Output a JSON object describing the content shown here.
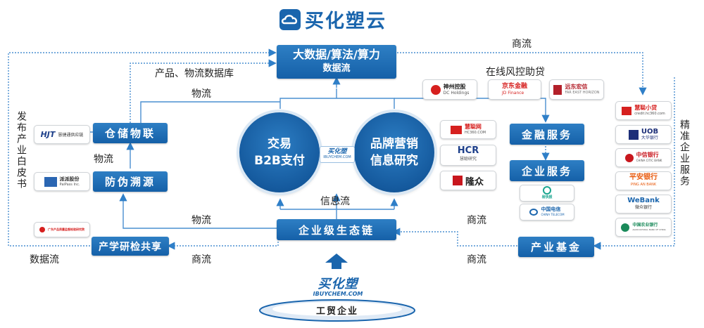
{
  "header": {
    "brand": "买化塑云"
  },
  "center": {
    "top_box": {
      "line1": "大数据/算法/算力",
      "line2": "数据流"
    },
    "circle_left": {
      "line1": "交易",
      "line2": "B2B支付"
    },
    "circle_right": {
      "line1": "品牌营销",
      "line2": "信息研究"
    },
    "badge": {
      "line1": "买化塑",
      "line2": "IBUYCHEM.COM"
    },
    "eco_box": "企业级生态链",
    "info_flow": "信息流"
  },
  "left": {
    "warehouse": "仓储物联",
    "anticounterfeit": "防伪溯源",
    "research": "产学研检共享",
    "vertical_label": "发布产业白皮书",
    "logos": [
      {
        "name": "HJT",
        "sub": "慧捷通供应链"
      },
      {
        "name": "派派股份",
        "sub": "PaiPass Inc."
      },
      {
        "name": "广东产品质量监督检验研究院",
        "sub": ""
      }
    ]
  },
  "right": {
    "finance": "金融服务",
    "enterprise": "企业服务",
    "fund": "产业基金",
    "vertical_label": "精准企业服务",
    "risk_label": "在线风控助贷",
    "risk_logos": [
      {
        "name": "神州控股",
        "sub": "DC Holdings"
      },
      {
        "name": "京东金融",
        "sub": "JD Finance"
      },
      {
        "name": "远东宏信",
        "sub": "FAR EAST HORIZON"
      }
    ],
    "info_logos": [
      {
        "name": "慧聪网",
        "sub": "HC360.COM"
      },
      {
        "name": "HCR",
        "sub": "慧聪研究"
      },
      {
        "name": "隆众",
        "sub": ""
      }
    ],
    "service_logos": [
      {
        "name": "易快报",
        "sub": ""
      },
      {
        "name": "中国电信",
        "sub": "CHINA TELECOM"
      }
    ],
    "bank_logos": [
      {
        "name": "慧聪小贷",
        "sub": "credit.hc360.com"
      },
      {
        "name": "UOB",
        "sub": "大华银行"
      },
      {
        "name": "中信银行",
        "sub": "CHINA CITIC BANK"
      },
      {
        "name": "平安银行",
        "sub": "PING AN BANK"
      },
      {
        "name": "WeBank",
        "sub": "微众银行"
      },
      {
        "name": "中国农业银行",
        "sub": "AGRICULTURAL BANK OF CHINA"
      }
    ]
  },
  "flows": {
    "commerce_top": "商流",
    "product_db": "产品、物流数据库",
    "logistics_top": "物流",
    "logistics_mid": "物流",
    "logistics_low": "物流",
    "commerce_mid": "商流",
    "commerce_low_left": "商流",
    "commerce_low_right": "商流",
    "data_flow": "数据流"
  },
  "bottom": {
    "logo": "买化塑",
    "logo_sub": "IBUYCHEM.COM",
    "label": "工贸企业"
  },
  "colors": {
    "primary": "#1a65ad",
    "line": "#4a8fd0"
  }
}
